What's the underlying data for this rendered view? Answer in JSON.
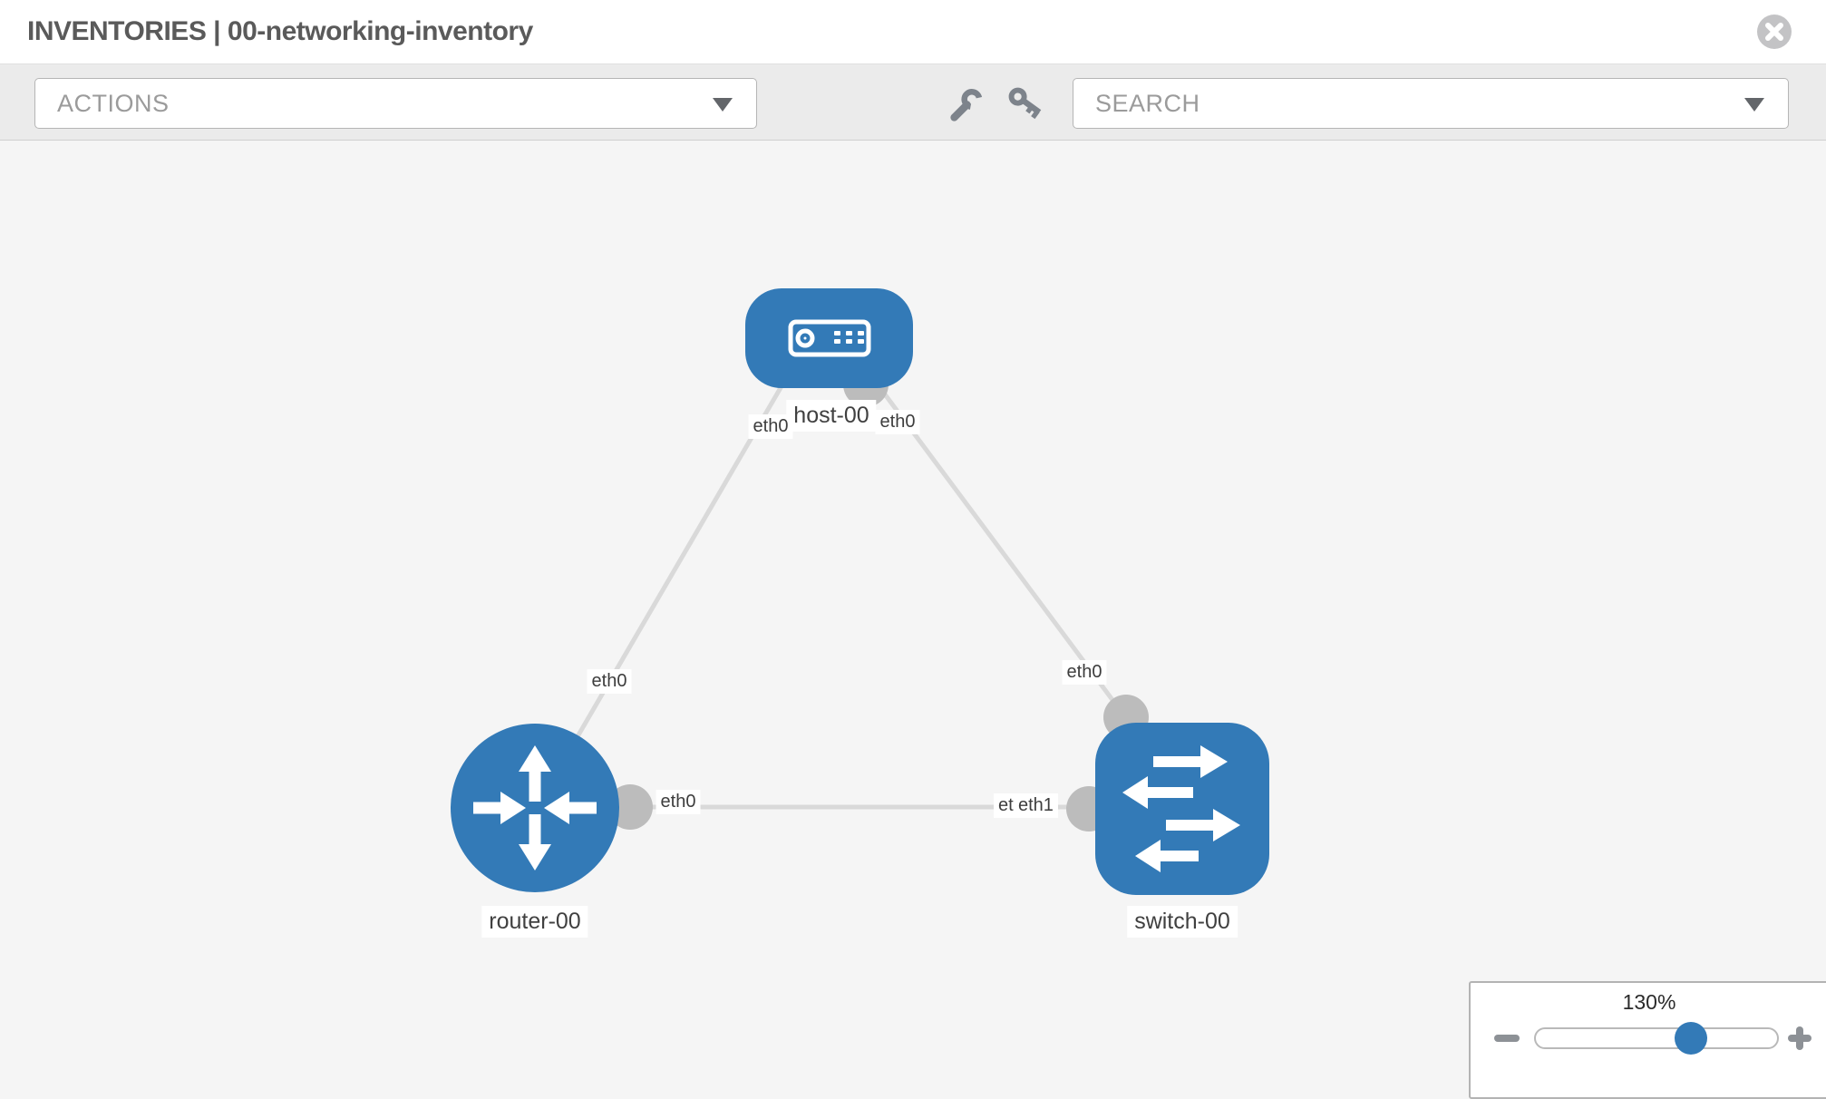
{
  "header": {
    "title": "INVENTORIES | 00-networking-inventory"
  },
  "toolbar": {
    "actions_label": "ACTIONS",
    "search_label": "SEARCH",
    "icons": [
      "wrench-icon",
      "key-icon"
    ]
  },
  "canvas": {
    "nodes": {
      "host": {
        "label": "host-00",
        "type": "host"
      },
      "router": {
        "label": "router-00",
        "type": "router"
      },
      "switch": {
        "label": "switch-00",
        "type": "switch"
      }
    },
    "port_labels": {
      "host_to_router": "eth0",
      "host_to_switch": "eth0",
      "router_to_host": "eth0",
      "router_to_switch": "eth0",
      "switch_to_host": "eth0",
      "switch_to_router_under": "eth0",
      "switch_to_router_over": "eth1"
    },
    "links": [
      {
        "from": "host-00",
        "to": "router-00",
        "from_port": "eth0",
        "to_port": "eth0"
      },
      {
        "from": "host-00",
        "to": "switch-00",
        "from_port": "eth0",
        "to_port": "eth0"
      },
      {
        "from": "router-00",
        "to": "switch-00",
        "from_port": "eth0",
        "to_port": "eth1",
        "to_port_displayed_as": "etleth1"
      }
    ]
  },
  "zoom_control": {
    "value": "130%"
  },
  "colors": {
    "node_blue": "#337ab7",
    "port_gray": "#bcbcbc",
    "link_gray": "#d9d9d9",
    "canvas_bg": "#f5f5f5",
    "toolbar_bg": "#ebebeb"
  }
}
